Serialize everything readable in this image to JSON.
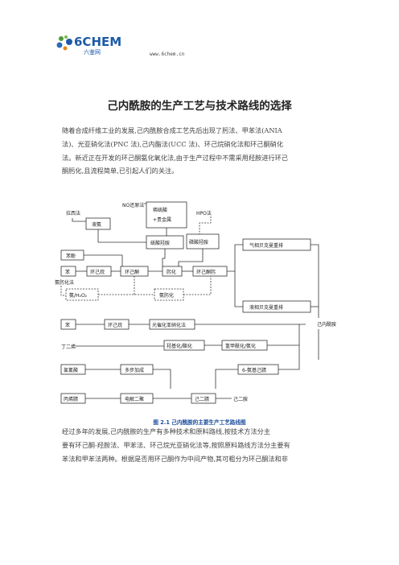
{
  "header": {
    "logo_text": "6CHEM",
    "logo_sub": "六鉴网",
    "url": "www.6chem.cn"
  },
  "title": "己内酰胺的生产工艺与技术路线的选择",
  "para1": [
    "随着合成纤维工业的发展,己内酰胺合成工艺先后出现了肟法、甲苯法(ANIA",
    "法)、光亚硝化法(PNC 法),己内酯法(UCC 法)、环己烷硝化法和环己酮硝化",
    "法。新近正在开发的环己酮氨化氧化法,由于生产过程中不需采用羟胺进行环己",
    "酮肟化,且流程简单,已引起人们的关注。"
  ],
  "flow": {
    "no_method": "NO还原法",
    "raschig": "拉西法",
    "hpo": "HPO法",
    "dilute_sulfuric": "稀硫酸",
    "precious_metal": "+贵金属",
    "liquid_ammonia": "液氨",
    "hydroxylamine_sulfate": "硫酸羟胺",
    "hydroxylamine_phosphate": "磷酸羟胺",
    "phenol": "苯酚",
    "benzene": "苯",
    "cyclohexane": "环己烷",
    "cyclohexanone": "环己酮",
    "oximation": "肟化",
    "cyclohexanone_oxime": "环己酮肟",
    "gas_beckmann": "气相贝克曼重排",
    "liquid_beckmann": "液相贝克曼重排",
    "ammoximation": "氨肟化法",
    "ammonia_h2o2": "氨/H₂O₂",
    "ammoxidation": "氨肟化",
    "toluene": "苯",
    "cyclohexane2": "环己烷",
    "photo_nitrosation": "光催化亚硝化法",
    "caprolactam": "己内酰胺",
    "butadiene": "丁二烯",
    "hydroformyl": "羟基化/酯化",
    "hydrocyan": "氢甲酰化/氨化",
    "adipic_acid": "氯氰酸",
    "multistep": "多步加成",
    "aminocapronitrile": "6-氨基己腈",
    "acrylonitrile": "丙烯腈",
    "electrolysis": "电解二聚",
    "adiponitrile": "己二腈",
    "hexanediamine": "己二胺"
  },
  "caption": "图 2.1  己内酰胺的主要生产工艺路线图",
  "para2": [
    "经过多年的发展,己内酰胺的生产有多种技术和原料路线,按技术方法分主",
    "要有环己酮-羟胺法、甲苯法、环己烷光亚硝化法等,按照原料路线方法分主要有",
    "苯法和甲苯法两种。根据是否用环己酮作为中间产物,其可粗分为环己酮法和非"
  ]
}
